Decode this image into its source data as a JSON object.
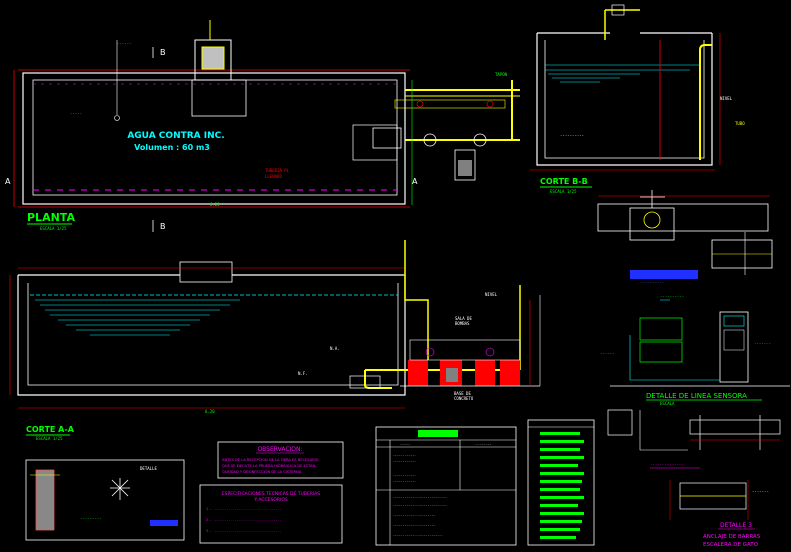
{
  "colors": {
    "background": "#000000",
    "wall": "#ffffff",
    "pipe": "#ffff00",
    "dimension": "#ff0000",
    "annotation": "#00ff00",
    "water": "#00ffff",
    "leader": "#ff00ff",
    "accent": "#4060ff"
  },
  "planta": {
    "title": "PLANTA",
    "scale": "ESCALA 1/25",
    "tank_name": "AGUA CONTRA INC.",
    "volume": "Volumen : 60 m3",
    "section_marker": "B",
    "section_a": "A"
  },
  "corte_aa": {
    "title": "CORTE A-A",
    "scale": "ESCALA 1/25"
  },
  "corte_bb": {
    "title": "CORTE B-B",
    "scale": "ESCALA 1/25"
  },
  "linea_sensora": {
    "title": "DETALLE DE LINEA SENSORA",
    "scale": "ESCALA"
  },
  "detalle_3": {
    "title": "DETALLE 3",
    "line1": "ANCLAJE DE BARRAS",
    "line2": "ESCALERA DE GATO"
  },
  "observacion": {
    "title": "OBSERVACION:",
    "lines": [
      "ANTES DE LA RECEPCION DE LA OBRA ES NECESARIO",
      "QUE SE EJECUTE LA PRUEBA HIDRAULICA DE ESTAN-",
      "QUEIDAD Y DESINFECCION DE LA CISTERNA"
    ]
  },
  "especificaciones": {
    "title_1": "ESPECIFICACIONES TECNICAS DE TUBERIAS",
    "title_2": "Y ACCESORIOS"
  }
}
